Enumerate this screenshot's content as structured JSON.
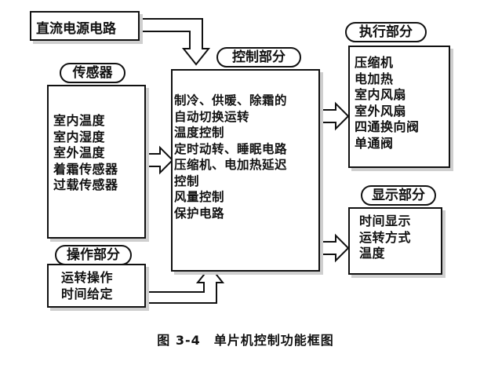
{
  "power": {
    "title": "直流电源电路"
  },
  "sensor": {
    "label": "传感器",
    "items": [
      "室内温度",
      "室内湿度",
      "室外温度",
      "着霜传感器",
      "过载传感器"
    ]
  },
  "control": {
    "label": "控制部分",
    "items": [
      "制冷、供暖、除霜的",
      "自动切换运转",
      "温度控制",
      "定时动转、睡眠电路",
      "压缩机、电加热延迟",
      "控制",
      "风量控制",
      "保护电路"
    ]
  },
  "operation": {
    "label": "操作部分",
    "items": [
      "运转操作",
      "时间给定"
    ]
  },
  "execution": {
    "label": "执行部分",
    "items": [
      "压缩机",
      "电加热",
      "室内风扇",
      "室外风扇",
      "四通换向阀",
      "单通阀"
    ]
  },
  "display": {
    "label": "显示部分",
    "items": [
      "时间显示",
      "运转方式",
      "温度"
    ]
  },
  "caption": "图 3-4　单片机控制功能框图"
}
